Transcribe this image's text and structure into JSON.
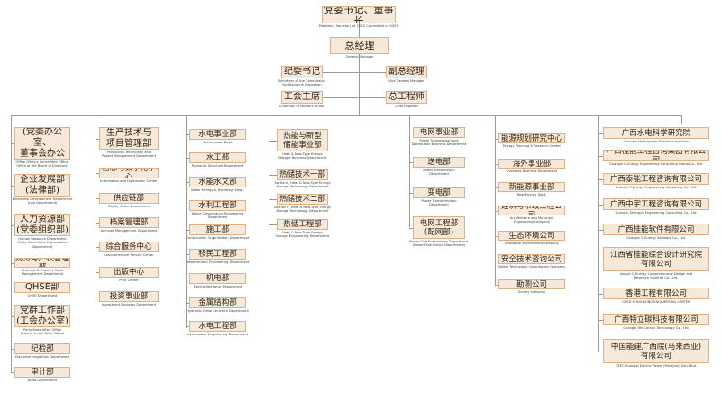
{
  "nodes": [
    {
      "id": "chairman",
      "zh": "党委书记、董事长",
      "en": "President, Secretary of CEEC Committee of GXED",
      "size": "xl"
    },
    {
      "id": "gm",
      "zh": "总经理",
      "en": "General Manager",
      "size": "xl"
    },
    {
      "id": "discipline_sec",
      "zh": "纪委书记",
      "en": "Secretary of the Commission\nfor Discipline Inspection",
      "size": "big"
    },
    {
      "id": "deputy_gm",
      "zh": "副总经理",
      "en": "Vice General Manager",
      "size": "big"
    },
    {
      "id": "union_chair",
      "zh": "工会主席",
      "en": "Chairman of Workers' Union",
      "size": "big"
    },
    {
      "id": "chief_eng",
      "zh": "总工程师",
      "en": "Chief Engineer",
      "size": "big"
    },
    {
      "id": "c1_0",
      "zh": "办公室\n(党委办公室、\n董事会办公室)",
      "en": "Office (Party's Committee Office,\nOffice of the Board of Directors)",
      "size": "big"
    },
    {
      "id": "c1_1",
      "zh": "企业发展部\n(法律部)",
      "en": "Enterprise Development Department\n(Law Department)",
      "size": "big"
    },
    {
      "id": "c1_2",
      "zh": "人力资源部\n(党委组织部)",
      "en": "Human Resource Department\n(Party Committee Organization\nDepartment)",
      "size": "big"
    },
    {
      "id": "c1_3",
      "zh": "财务与产权管理部",
      "en": "Financial & Property Right\nManagement Department",
      "size": ""
    },
    {
      "id": "c1_4",
      "zh": "QHSE部",
      "en": "QHSE Department",
      "size": "big"
    },
    {
      "id": "c1_5",
      "zh": "党群工作部\n(工会办公室)",
      "en": "Party-Mass Affair Office\n(Labour Union Work Office)",
      "size": "big"
    },
    {
      "id": "c1_6",
      "zh": "纪检部",
      "en": "Discipline Inspection Department",
      "size": ""
    },
    {
      "id": "c1_7",
      "zh": "审计部",
      "en": "Audit Department",
      "size": ""
    },
    {
      "id": "c2_0",
      "zh": "生产技术与\n项目管理部",
      "en": "Production Technology and\nProject Management Department",
      "size": "big"
    },
    {
      "id": "c2_1",
      "zh": "信息与数字化中心",
      "en": "Information and Digitization Center",
      "size": ""
    },
    {
      "id": "c2_2",
      "zh": "供应链部",
      "en": "Supply Chain Department",
      "size": ""
    },
    {
      "id": "c2_3",
      "zh": "档案管理部",
      "en": "Archives Management Department",
      "size": ""
    },
    {
      "id": "c2_4",
      "zh": "综合服务中心",
      "en": "Comprehensive Service Center",
      "size": ""
    },
    {
      "id": "c2_5",
      "zh": "出版中心",
      "en": "Print Center",
      "size": ""
    },
    {
      "id": "c2_6",
      "zh": "投资事业部",
      "en": "Investment Business Department",
      "size": ""
    },
    {
      "id": "c3_0",
      "zh": "水电事业部",
      "en": "Hydro-power Dept.",
      "size": ""
    },
    {
      "id": "c3_1",
      "zh": "水工部",
      "en": "Hydraulic Structure Department",
      "size": ""
    },
    {
      "id": "c3_2",
      "zh": "水能水文部",
      "en": "Water Energy & Hydrology Dept.",
      "size": ""
    },
    {
      "id": "c3_3",
      "zh": "水利工程部",
      "en": "Water Conservancy Engineering Department",
      "size": ""
    },
    {
      "id": "c3_4",
      "zh": "施工部",
      "en": "Construction Organization Department",
      "size": ""
    },
    {
      "id": "c3_5",
      "zh": "移民工程部",
      "en": "Resettlement Engineering Department",
      "size": ""
    },
    {
      "id": "c3_6",
      "zh": "机电部",
      "en": "Electro-Mechanic Department",
      "size": ""
    },
    {
      "id": "c3_7",
      "zh": "金属结构部",
      "en": "Hydraulic Metal Structure Department",
      "size": ""
    },
    {
      "id": "c3_8",
      "zh": "水电工程部",
      "en": "Hydropower Engineering Department",
      "size": ""
    },
    {
      "id": "c4_0",
      "zh": "热能与新型\n储能事业部",
      "en": "Heat & New-Type Energy\nStorage Business Department",
      "size": ""
    },
    {
      "id": "c4_1",
      "zh": "热储技术一部",
      "en": "Section I, Heat & New-Type Energy\nStorage Technology Department",
      "size": ""
    },
    {
      "id": "c4_2",
      "zh": "热储技术二部",
      "en": "Section II, Heat & New-Type Energy\nStorage Technology Department",
      "size": ""
    },
    {
      "id": "c4_3",
      "zh": "热储工程部",
      "en": "Heat & New-Type Energy\nStorage Engineering Department",
      "size": ""
    },
    {
      "id": "c5_0",
      "zh": "电网事业部",
      "en": "Power Transmission and\nDistribution Business Department",
      "size": ""
    },
    {
      "id": "c5_1",
      "zh": "送电部",
      "en": "Power Transmission\nDepartment",
      "size": ""
    },
    {
      "id": "c5_2",
      "zh": "变电部",
      "en": "Power Transformation\nDepartment",
      "size": ""
    },
    {
      "id": "c5_3",
      "zh": "电网工程部\n(配网部)",
      "en": "Power Grid Engineering Department\n(Power Distribution Department)",
      "size": ""
    },
    {
      "id": "c6_0",
      "zh": "能源规划研究中心",
      "en": "Energy Planning & Research Center",
      "size": ""
    },
    {
      "id": "c6_1",
      "zh": "海外事业部",
      "en": "Overseas Business Department",
      "size": ""
    },
    {
      "id": "c6_2",
      "zh": "新能源事业部",
      "en": "New Energy Dept.",
      "size": ""
    },
    {
      "id": "c6_3",
      "zh": "建筑与市政工程公司",
      "en": "Architecture and Municipal\nEngineering Company",
      "size": ""
    },
    {
      "id": "c6_4",
      "zh": "生态环境公司",
      "en": "Ecological environment company",
      "size": ""
    },
    {
      "id": "c6_5",
      "zh": "安全技术咨询公司",
      "en": "Safety Technology Consultation Company",
      "size": ""
    },
    {
      "id": "c6_6",
      "zh": "勘测公司",
      "en": "Survey company",
      "size": ""
    },
    {
      "id": "c7_0",
      "zh": "广西水电科学研究院",
      "en": "Guangxi Hydropower Research Institute",
      "size": ""
    },
    {
      "id": "c7_1",
      "zh": "广西桂能工程咨询集团有限公司",
      "en": "Guangxi G-Energy Engineering Consulting Group Co., Ltd.",
      "size": ""
    },
    {
      "id": "c7_2",
      "zh": "广西泰能工程咨询有限公司",
      "en": "Guangxi T-Energy Engineering Consulting Co., Ltd.",
      "size": ""
    },
    {
      "id": "c7_3",
      "zh": "广西中宇工程咨询有限公司",
      "en": "Guangxi Zhongyu Engineering Consulting Co., Ltd.",
      "size": ""
    },
    {
      "id": "c7_4",
      "zh": "广西桂能软件有限公司",
      "en": "Guangxi G-Energy Software Co., Ltd.",
      "size": ""
    },
    {
      "id": "c7_5",
      "zh": "江西省桂能综合设计研究院\n有限公司",
      "en": "Jiangxi G-Energy Comprehensive Design and\nResearch Institute Co., Ltd.",
      "size": ""
    },
    {
      "id": "c7_6",
      "zh": "香港工程有限公司",
      "en": "GXED HONG KONG ENGINEERING LIMITED",
      "size": ""
    },
    {
      "id": "c7_7",
      "zh": "广西特立碳科技有限公司",
      "en": "Guangxi Teli Carbon Technology Co., Ltd.",
      "size": ""
    },
    {
      "id": "c7_8",
      "zh": "中国能建广西院(马来西亚)\n有限公司",
      "en": "CEEC Guangxi Electric Power (Malaysia) Sdn. Bhd.",
      "size": ""
    }
  ]
}
